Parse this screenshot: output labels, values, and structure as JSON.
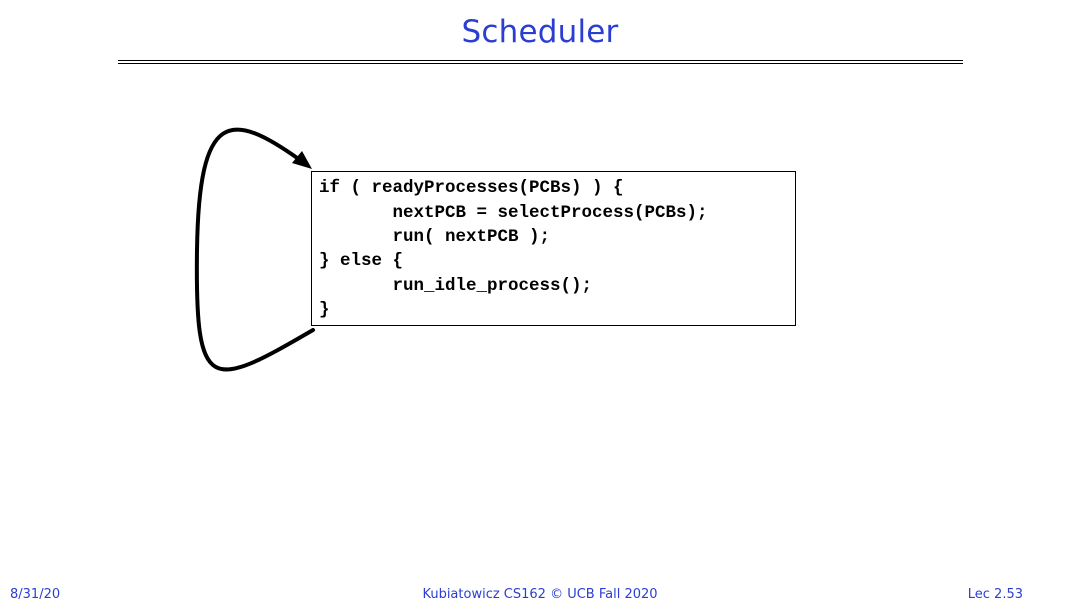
{
  "slide": {
    "title": "Scheduler",
    "title_color": "#2b3ed1"
  },
  "code": {
    "lines": [
      "if ( readyProcesses(PCBs) ) {",
      "       nextPCB = selectProcess(PCBs);",
      "       run( nextPCB );",
      "} else {",
      "       run_idle_process();",
      "}"
    ]
  },
  "diagram": {
    "loop_arrow_icon": "loop-arrow-icon"
  },
  "footer": {
    "date": "8/31/20",
    "course": "Kubiatowicz CS162 © UCB Fall 2020",
    "lecture": "Lec 2.53"
  }
}
